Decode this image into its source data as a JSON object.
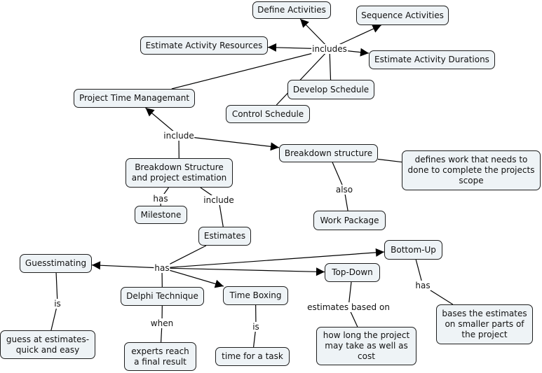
{
  "concept_map": {
    "colors": {
      "node_fill": "#eef3f6",
      "node_border": "#1e1e1e",
      "line": "#000000",
      "background": "#ffffff"
    },
    "concepts": [
      {
        "id": "define",
        "text": "Define Activities"
      },
      {
        "id": "sequence",
        "text": "Sequence Activities"
      },
      {
        "id": "resources",
        "text": "Estimate Activity Resources"
      },
      {
        "id": "durations",
        "text": "Estimate Activity Durations"
      },
      {
        "id": "develop",
        "text": "Develop Schedule"
      },
      {
        "id": "control",
        "text": "Control Schedule"
      },
      {
        "id": "ptm",
        "text": "Project Time Managemant"
      },
      {
        "id": "breakdown",
        "text": "Breakdown structure"
      },
      {
        "id": "defines",
        "text": "defines work that needs to\ndone to complete the projects\nscope"
      },
      {
        "id": "bspe",
        "text": "Breakdown Structure\nand project estimation"
      },
      {
        "id": "milestone",
        "text": "Milestone"
      },
      {
        "id": "workpackage",
        "text": "Work Package"
      },
      {
        "id": "estimates",
        "text": "Estimates"
      },
      {
        "id": "guess",
        "text": "Guesstimating"
      },
      {
        "id": "bottomup",
        "text": "Bottom-Up"
      },
      {
        "id": "topdown",
        "text": "Top-Down"
      },
      {
        "id": "delphi",
        "text": "Delphi Technique"
      },
      {
        "id": "timebox",
        "text": "Time Boxing"
      },
      {
        "id": "guessdef",
        "text": "guess at estimates-\nquick and easy"
      },
      {
        "id": "experts",
        "text": "experts reach\na final result"
      },
      {
        "id": "timetask",
        "text": "time for a task"
      },
      {
        "id": "howlong",
        "text": "how long the project\nmay take as well as\ncost"
      },
      {
        "id": "bases",
        "text": "bases the estimates\non smaller parts of\nthe project"
      }
    ],
    "linking_phrases": [
      {
        "id": "includes",
        "text": "includes"
      },
      {
        "id": "include1",
        "text": "include"
      },
      {
        "id": "has1",
        "text": "has"
      },
      {
        "id": "include2",
        "text": "include"
      },
      {
        "id": "also",
        "text": "also"
      },
      {
        "id": "has2",
        "text": "has"
      },
      {
        "id": "is1",
        "text": "is"
      },
      {
        "id": "when",
        "text": "when"
      },
      {
        "id": "is2",
        "text": "is"
      },
      {
        "id": "ebo",
        "text": "estimates based on"
      },
      {
        "id": "has3",
        "text": "has"
      }
    ],
    "connections": [
      {
        "from": "ptm",
        "to": "includes",
        "arrow": false
      },
      {
        "from": "control",
        "to": "includes",
        "arrow": false
      },
      {
        "from": "develop",
        "to": "includes",
        "arrow": false
      },
      {
        "from": "includes",
        "to": "define",
        "arrow": true
      },
      {
        "from": "includes",
        "to": "sequence",
        "arrow": true
      },
      {
        "from": "includes",
        "to": "resources",
        "arrow": true
      },
      {
        "from": "includes",
        "to": "durations",
        "arrow": true
      },
      {
        "from": "bspe",
        "to": "include1",
        "arrow": false
      },
      {
        "from": "include1",
        "to": "ptm",
        "arrow": true
      },
      {
        "from": "include1",
        "to": "breakdown",
        "arrow": true
      },
      {
        "from": "breakdown",
        "to": "defines",
        "arrow": false
      },
      {
        "from": "breakdown",
        "to": "also",
        "arrow": false
      },
      {
        "from": "also",
        "to": "workpackage",
        "arrow": false
      },
      {
        "from": "bspe",
        "to": "has1",
        "arrow": false
      },
      {
        "from": "has1",
        "to": "milestone",
        "arrow": false
      },
      {
        "from": "bspe",
        "to": "include2",
        "arrow": false
      },
      {
        "from": "include2",
        "to": "estimates",
        "arrow": false
      },
      {
        "from": "estimates",
        "to": "has2",
        "arrow": false
      },
      {
        "from": "has2",
        "to": "guess",
        "arrow": true
      },
      {
        "from": "has2",
        "to": "bottomup",
        "arrow": true
      },
      {
        "from": "has2",
        "to": "topdown",
        "arrow": true
      },
      {
        "from": "has2",
        "to": "timebox",
        "arrow": true
      },
      {
        "from": "has2",
        "to": "delphi",
        "arrow": false
      },
      {
        "from": "guess",
        "to": "is1",
        "arrow": false
      },
      {
        "from": "is1",
        "to": "guessdef",
        "arrow": false
      },
      {
        "from": "delphi",
        "to": "when",
        "arrow": false
      },
      {
        "from": "when",
        "to": "experts",
        "arrow": false
      },
      {
        "from": "timebox",
        "to": "is2",
        "arrow": false
      },
      {
        "from": "is2",
        "to": "timetask",
        "arrow": false
      },
      {
        "from": "topdown",
        "to": "ebo",
        "arrow": false
      },
      {
        "from": "ebo",
        "to": "howlong",
        "arrow": false
      },
      {
        "from": "bottomup",
        "to": "has3",
        "arrow": false
      },
      {
        "from": "has3",
        "to": "bases",
        "arrow": false
      }
    ]
  }
}
